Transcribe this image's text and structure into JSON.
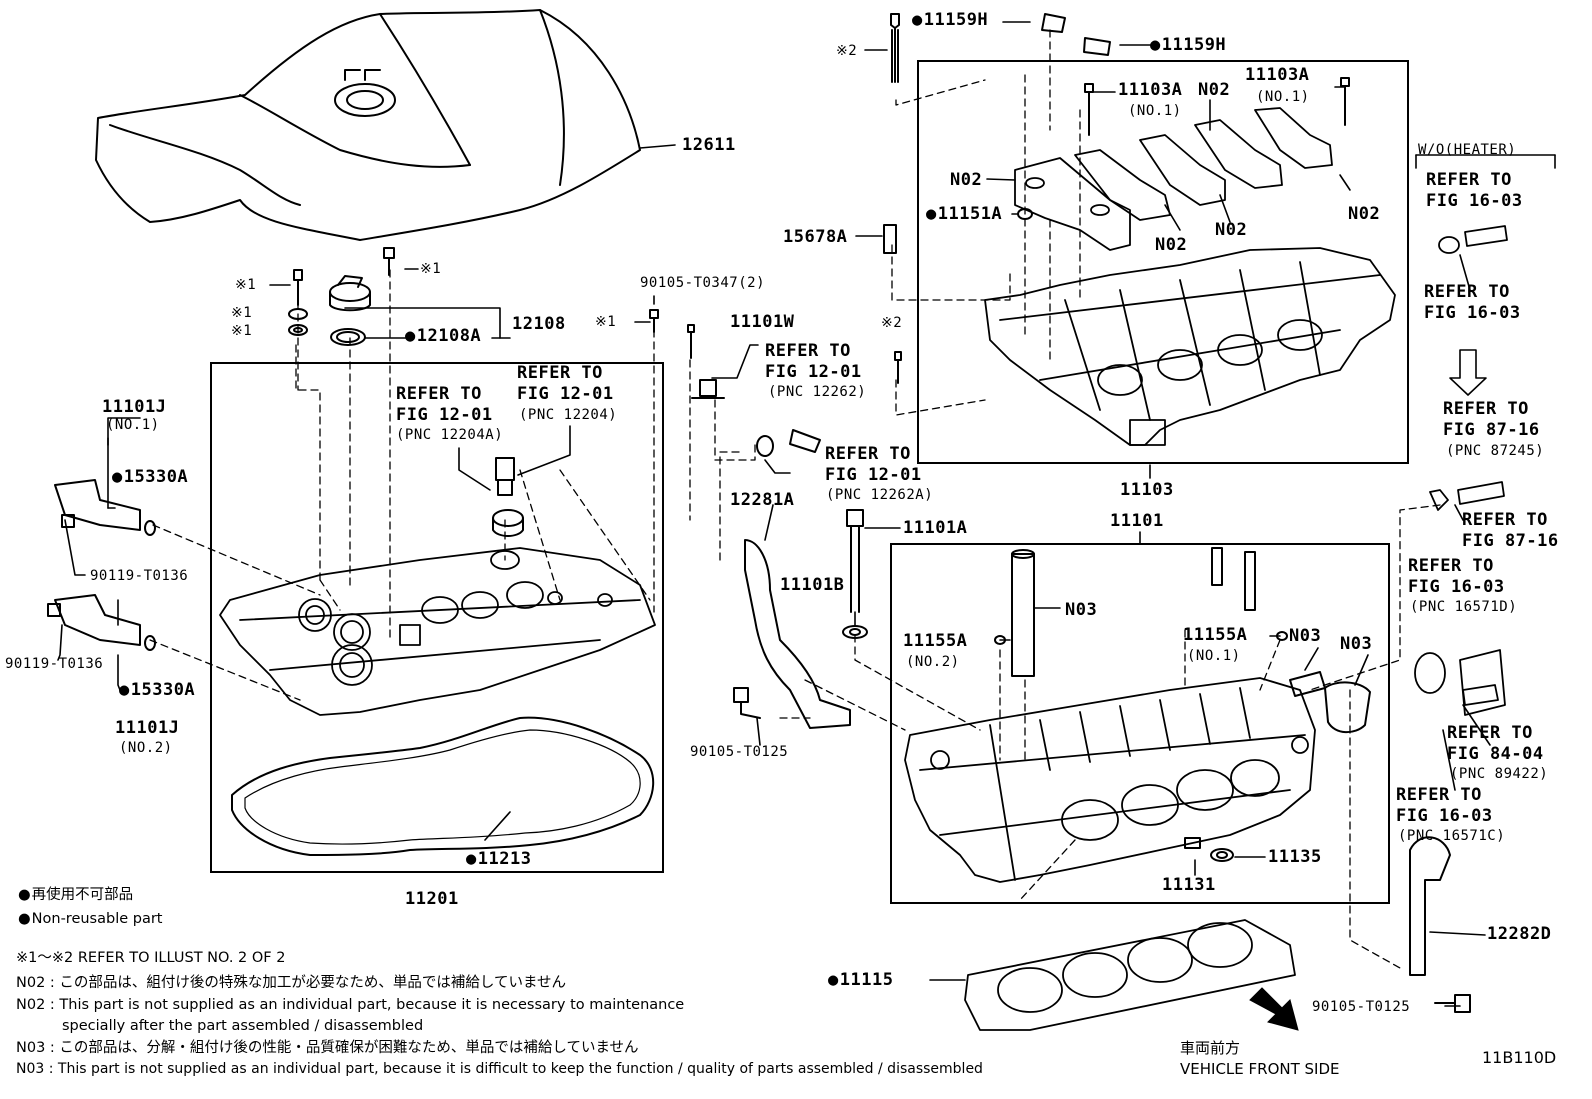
{
  "labels": {
    "p12611": "12611",
    "p11159h_a": "11159H",
    "p11159h_b": "11159H",
    "p11103a_a": "11103A",
    "p11103a_a_sub": "(NO.1)",
    "p11103a_b": "11103A",
    "p11103a_b_sub": "(NO.1)",
    "n02_a": "N02",
    "n02_b": "N02",
    "n02_c": "N02",
    "n02_d": "N02",
    "n02_e": "N02",
    "p11151a": "11151A",
    "p15678a": "15678A",
    "star2_a": "※2",
    "star2_b": "※2",
    "star1_a": "※1",
    "star1_b": "※1",
    "star1_c": "※1",
    "star1_d": "※1",
    "star1_e": "※1",
    "p12108": "12108",
    "p12108a": "12108A",
    "p90105_t0347": "90105-T0347(2)",
    "p11101w": "11101W",
    "ref_12262_a": "REFER TO",
    "ref_12262_b": "FIG 12-01",
    "ref_12262_c": "(PNC 12262)",
    "ref_12204_a": "REFER TO",
    "ref_12204_b": "FIG 12-01",
    "ref_12204_c": "(PNC 12204)",
    "ref_12204a_a": "REFER TO",
    "ref_12204a_b": "FIG 12-01",
    "ref_12204a_c": "(PNC 12204A)",
    "ref_12262a_a": "REFER TO",
    "ref_12262a_b": "FIG 12-01",
    "ref_12262a_c": "(PNC 12262A)",
    "p11101j_top": "11101J",
    "p11101j_top_sub": "(NO.1)",
    "p15330a_top": "15330A",
    "p90119_a": "90119-T0136",
    "p90119_b": "90119-T0136",
    "p15330a_bot": "15330A",
    "p11101j_bot": "11101J",
    "p11101j_bot_sub": "(NO.2)",
    "p11103": "11103",
    "p11101": "11101",
    "p12281a": "12281A",
    "p11101a": "11101A",
    "p11101b": "11101B",
    "n03_a": "N03",
    "n03_b": "N03",
    "n03_c": "N03",
    "p11155a_a": "11155A",
    "p11155a_a_sub": "(NO.2)",
    "p11155a_b": "11155A",
    "p11155a_b_sub": "(NO.1)",
    "p90105_t0125_a": "90105-T0125",
    "p90105_t0125_b": "90105-T0125",
    "p11135": "11135",
    "p11131": "11131",
    "p11213": "11213",
    "p11201": "11201",
    "p11115": "11115",
    "p12282d": "12282D",
    "heater_title": "W/O(HEATER)",
    "ref_1603_a1": "REFER TO",
    "ref_1603_a2": "FIG 16-03",
    "ref_1603_b1": "REFER TO",
    "ref_1603_b2": "FIG 16-03",
    "ref_8716_a1": "REFER TO",
    "ref_8716_a2": "FIG 87-16",
    "ref_8716_a3": "(PNC 87245)",
    "ref_8716_b1": "REFER TO",
    "ref_8716_b2": "FIG 87-16",
    "ref_16571d_1": "REFER TO",
    "ref_16571d_2": "FIG 16-03",
    "ref_16571d_3": "(PNC 16571D)",
    "ref_89422_1": "REFER TO",
    "ref_89422_2": "FIG 84-04",
    "ref_89422_3": "(PNC 89422)",
    "ref_16571c_1": "REFER TO",
    "ref_16571c_2": "FIG 16-03",
    "ref_16571c_3": "(PNC 16571C)",
    "front_jp": "車両前方",
    "front_en": "VEHICLE FRONT SIDE",
    "fig_id": "11B110D"
  },
  "legend": {
    "jp": "再使用不可部品",
    "en": "Non-reusable part"
  },
  "notes": {
    "star": "※1～※2  REFER TO ILLUST NO. 2 OF 2",
    "n02_jp": "N02 : この部品は、組付け後の特殊な加工が必要なため、単品では補給していません",
    "n02_en1": "N02 : This part is not supplied as an individual part, because it is necessary to maintenance",
    "n02_en2": "specially after the part assembled / disassembled",
    "n03_jp": "N03 : この部品は、分解・組付け後の性能・品質確保が困難なため、単品では補給していません",
    "n03_en": "N03 : This part is not supplied as an individual part, because it is difficult to keep the function / quality of parts  assembled / disassembled"
  }
}
